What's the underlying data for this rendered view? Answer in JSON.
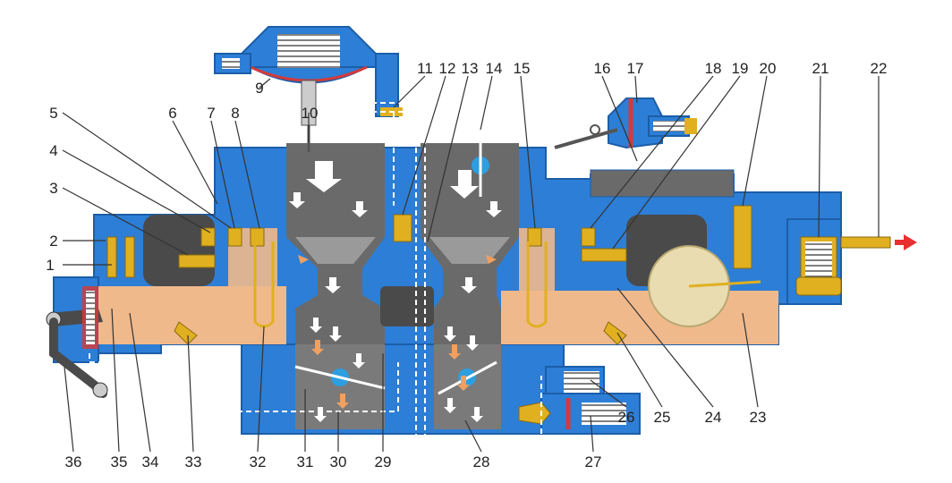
{
  "diagram": {
    "colors": {
      "body": "#2d7ed6",
      "body_dark": "#1b5ea8",
      "fuel": "#f0b98c",
      "fuel_line": "#e89a3c",
      "chamber": "#6a6a6a",
      "chamber_light": "#8a8a8a",
      "brass": "#e0b020",
      "float": "#e8dcb0",
      "diaphragm": "#d43a3a",
      "diaphragm_fill": "#b8cfe8",
      "arrow": "#ffffff",
      "arrow_orange": "#f0a060",
      "fuel_inlet_arrow": "#e83030",
      "leader": "#333333",
      "dashed": "#ffffff"
    },
    "callouts": [
      {
        "id": "1",
        "label": "1"
      },
      {
        "id": "2",
        "label": "2"
      },
      {
        "id": "3",
        "label": "3"
      },
      {
        "id": "4",
        "label": "4"
      },
      {
        "id": "5",
        "label": "5"
      },
      {
        "id": "6",
        "label": "6"
      },
      {
        "id": "7",
        "label": "7"
      },
      {
        "id": "8",
        "label": "8"
      },
      {
        "id": "9",
        "label": "9"
      },
      {
        "id": "10",
        "label": "10"
      },
      {
        "id": "11",
        "label": "11"
      },
      {
        "id": "12",
        "label": "12"
      },
      {
        "id": "13",
        "label": "13"
      },
      {
        "id": "14",
        "label": "14"
      },
      {
        "id": "15",
        "label": "15"
      },
      {
        "id": "16",
        "label": "16"
      },
      {
        "id": "17",
        "label": "17"
      },
      {
        "id": "18",
        "label": "18"
      },
      {
        "id": "19",
        "label": "19"
      },
      {
        "id": "20",
        "label": "20"
      },
      {
        "id": "21",
        "label": "21"
      },
      {
        "id": "22",
        "label": "22"
      },
      {
        "id": "23",
        "label": "23"
      },
      {
        "id": "24",
        "label": "24"
      },
      {
        "id": "25",
        "label": "25"
      },
      {
        "id": "26",
        "label": "26"
      },
      {
        "id": "27",
        "label": "27"
      },
      {
        "id": "28",
        "label": "28"
      },
      {
        "id": "29",
        "label": "29"
      },
      {
        "id": "30",
        "label": "30"
      },
      {
        "id": "31",
        "label": "31"
      },
      {
        "id": "32",
        "label": "32"
      },
      {
        "id": "33",
        "label": "33"
      },
      {
        "id": "34",
        "label": "34"
      },
      {
        "id": "35",
        "label": "35"
      },
      {
        "id": "36",
        "label": "36"
      }
    ]
  }
}
